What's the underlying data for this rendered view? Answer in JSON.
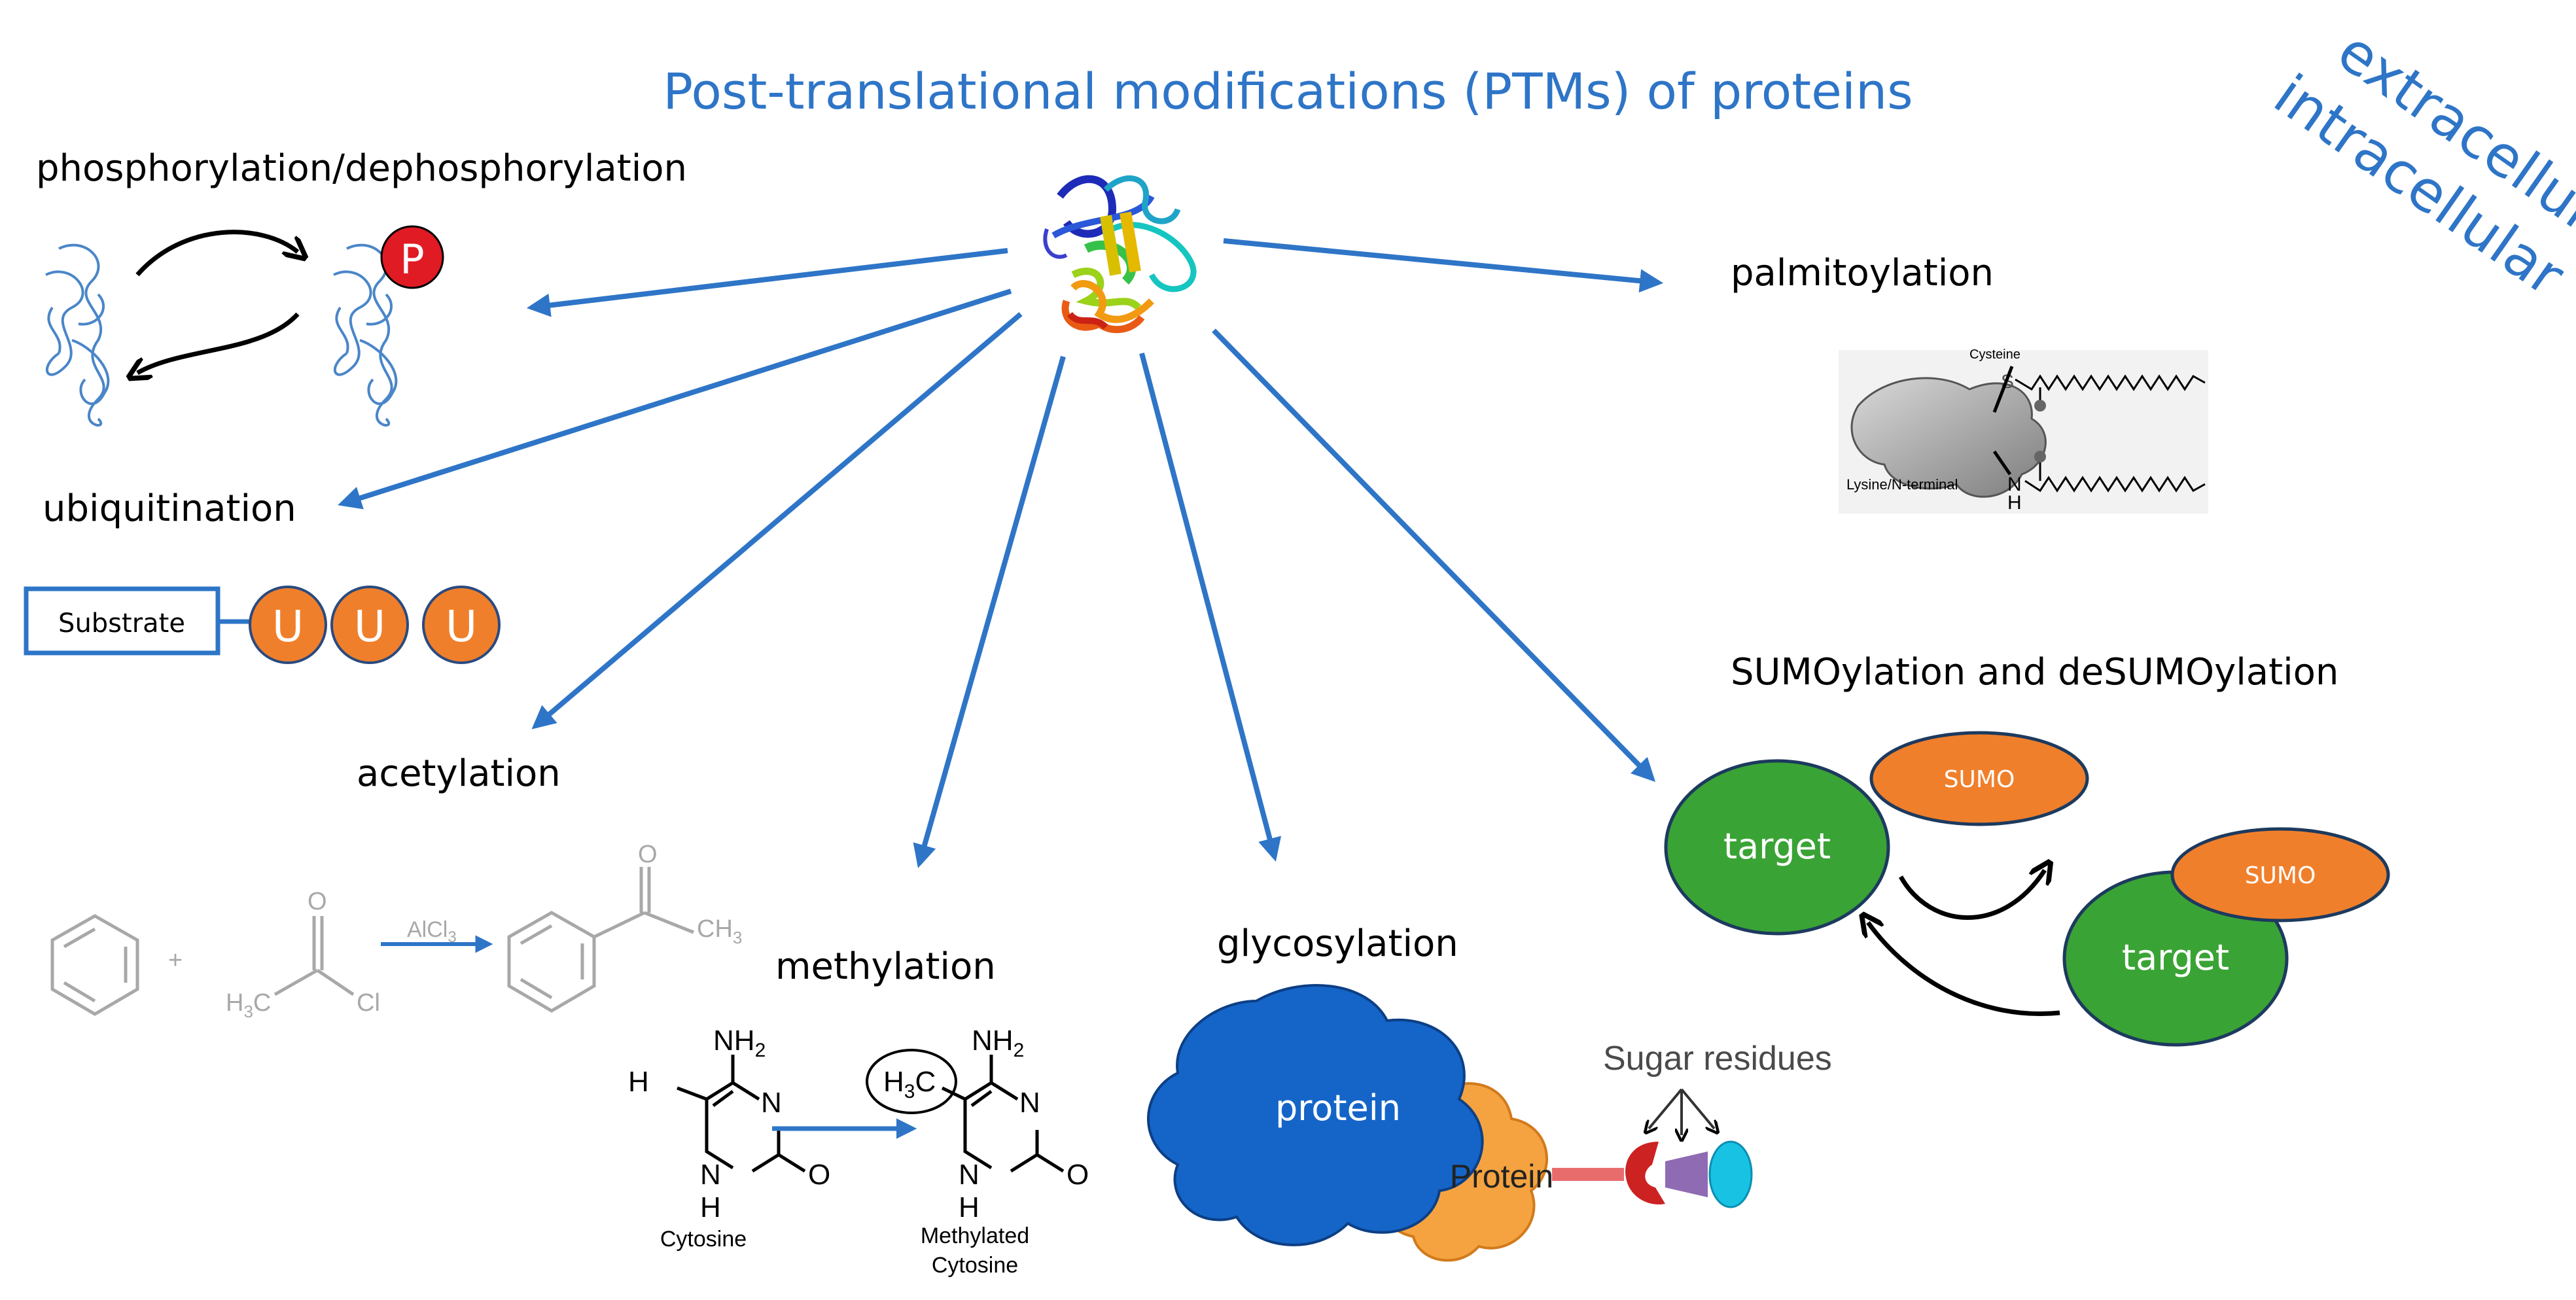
{
  "title": "Post-translational modifications (PTMs) of proteins",
  "compartments": {
    "outer": "extracellular",
    "inner": "intracellular"
  },
  "modifications": {
    "phosphorylation": {
      "label": "phosphorylation/dephosphorylation",
      "phosphate": "P"
    },
    "ubiquitination": {
      "label": "ubiquitination",
      "substrate": "Substrate",
      "ubiquitin": [
        "U",
        "U",
        "U"
      ]
    },
    "acetylation": {
      "label": "acetylation",
      "catalyst": "AlCl",
      "catalyst_sub": "3",
      "plus": "+",
      "cl": "Cl",
      "oxygen": "O",
      "methyl": "CH",
      "methyl_sub": "3",
      "h": "H",
      "h_sub": "3",
      "c": "C"
    },
    "methylation": {
      "label": "methylation",
      "nh2": "NH",
      "nh2_sub": "2",
      "n": "N",
      "o": "O",
      "h": "H",
      "ch3": "H",
      "ch3_sub": "3",
      "ch3_c": "C",
      "left_name": "Cytosine",
      "right_name_1": "Methylated",
      "right_name_2": "Cytosine"
    },
    "glycosylation": {
      "label": "glycosylation",
      "protein_big": "protein",
      "protein_small": "Protein",
      "sugar": "Sugar residues"
    },
    "sumoylation": {
      "label": "SUMOylation and deSUMOylation",
      "target": "target",
      "sumo": "SUMO"
    },
    "palmitoylation": {
      "label": "palmitoylation",
      "cysteine": "Cysteine",
      "lysine": "Lysine/N-terminal",
      "s": "S",
      "n": "N",
      "h": "H"
    }
  },
  "colors": {
    "accent_blue": "#2e75c7",
    "orange": "#f07f2b",
    "green": "#3aa335",
    "red": "#e01b24",
    "cloud_blue": "#1565c8"
  }
}
